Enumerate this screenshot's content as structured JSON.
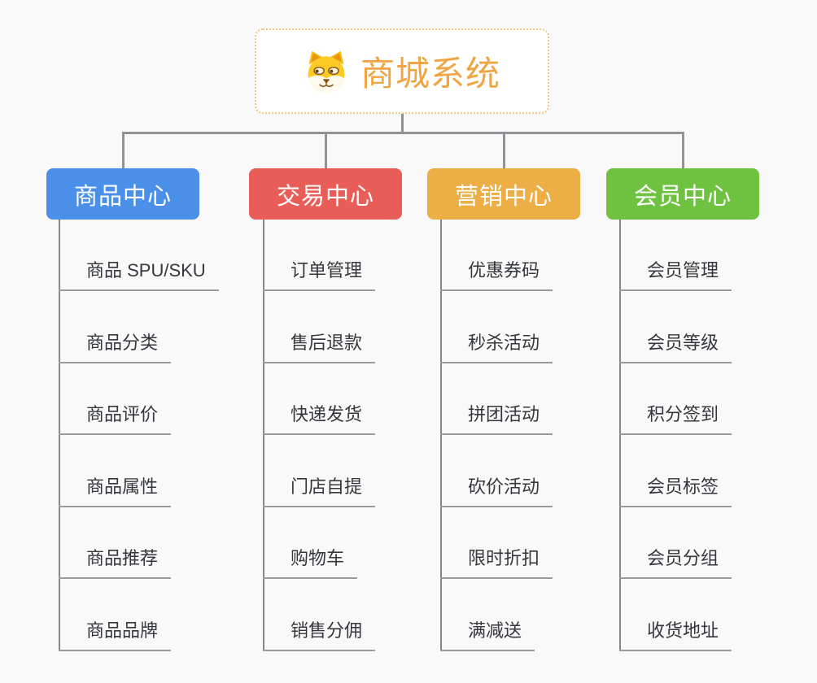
{
  "root": {
    "title": "商城系统",
    "title_color": "#f0a542",
    "border_color": "#f3c87e",
    "icon": "dog-mascot-icon"
  },
  "connector_color": "#909295",
  "branches": [
    {
      "label": "商品中心",
      "color": "#4a90e8",
      "children": [
        "商品 SPU/SKU",
        "商品分类",
        "商品评价",
        "商品属性",
        "商品推荐",
        "商品品牌"
      ]
    },
    {
      "label": "交易中心",
      "color": "#e85d58",
      "children": [
        "订单管理",
        "售后退款",
        "快递发货",
        "门店自提",
        "购物车",
        "销售分佣"
      ]
    },
    {
      "label": "营销中心",
      "color": "#ecae45",
      "children": [
        "优惠券码",
        "秒杀活动",
        "拼团活动",
        "砍价活动",
        "限时折扣",
        "满减送"
      ]
    },
    {
      "label": "会员中心",
      "color": "#6ec23f",
      "children": [
        "会员管理",
        "会员等级",
        "积分签到",
        "会员标签",
        "会员分组",
        "收货地址"
      ]
    }
  ]
}
